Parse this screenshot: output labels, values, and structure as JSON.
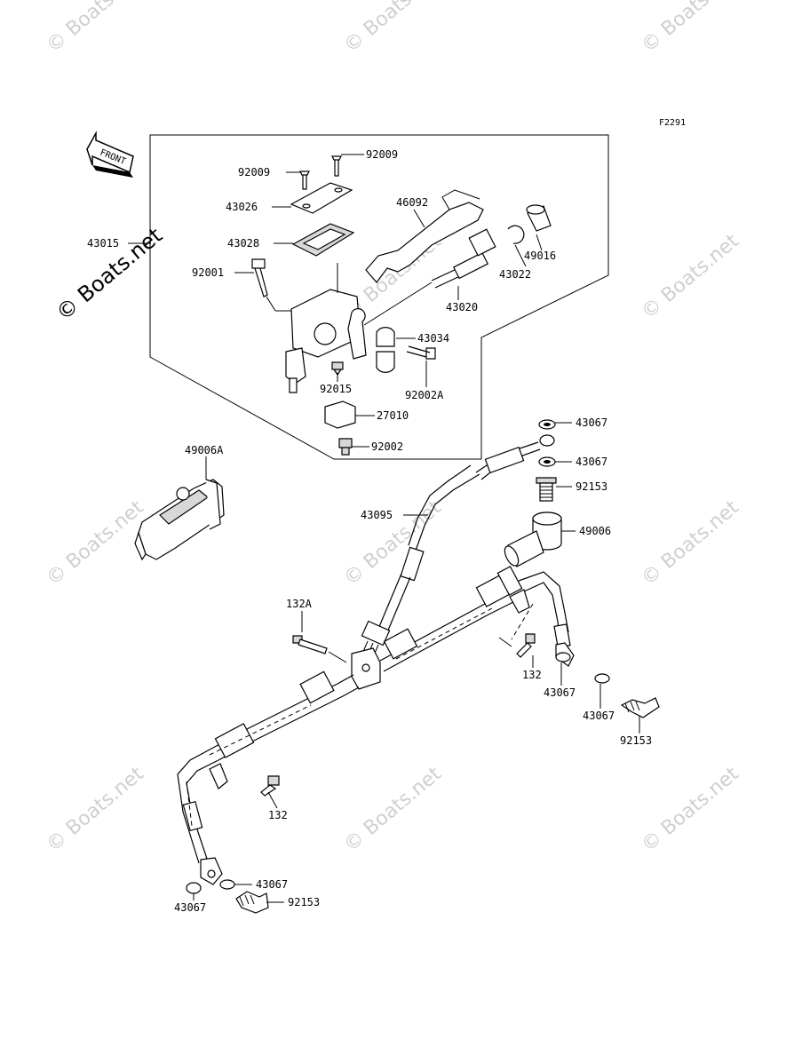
{
  "figure_code": "F2291",
  "front_label": "FRONT",
  "watermark_text": "© Boats.net",
  "callouts": {
    "p92009_top": "92009",
    "p92009_left": "92009",
    "p43026": "43026",
    "p46092": "46092",
    "p43028": "43028",
    "p43015": "43015",
    "p92001": "92001",
    "p49016": "49016",
    "p43022": "43022",
    "p43020": "43020",
    "p43034": "43034",
    "p92015": "92015",
    "p92002A": "92002A",
    "p27010": "27010",
    "p92002": "92002",
    "p49006A": "49006A",
    "p43067_a": "43067",
    "p43067_b": "43067",
    "p92153_a": "92153",
    "p43095": "43095",
    "p49006": "49006",
    "p132A": "132A",
    "p132_a": "132",
    "p43067_c": "43067",
    "p43067_d": "43067",
    "p92153_b": "92153",
    "p132_b": "132",
    "p43067_e": "43067",
    "p43067_f": "43067",
    "p92153_c": "92153"
  }
}
